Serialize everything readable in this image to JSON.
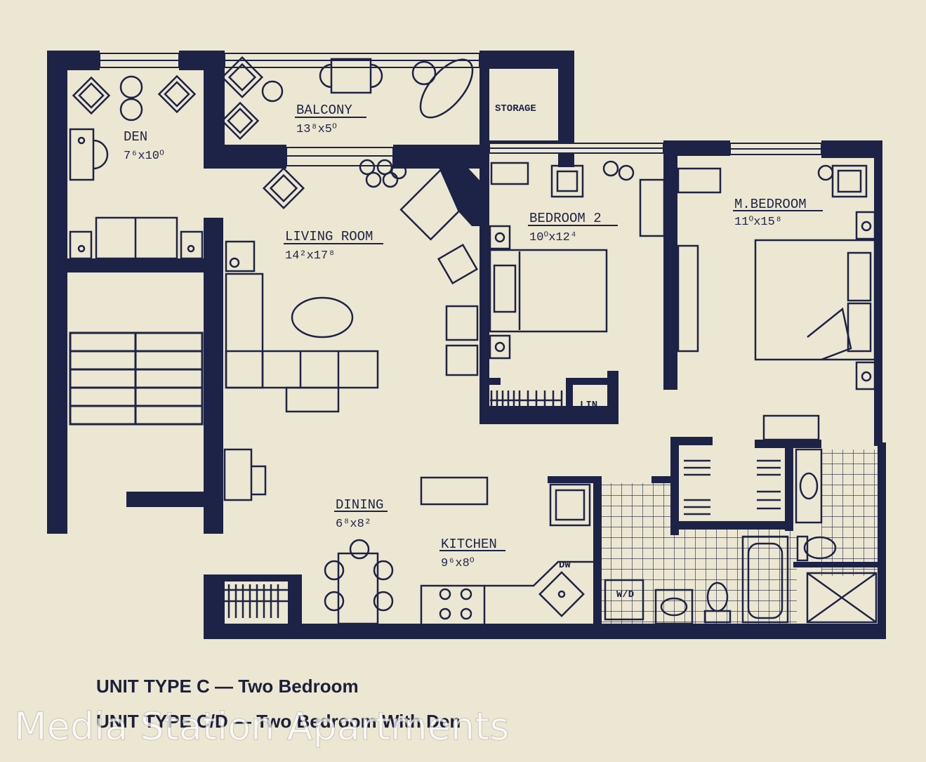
{
  "floorplan": {
    "rooms": {
      "den": {
        "name": "DEN",
        "size": "7⁶x10⁰"
      },
      "balcony": {
        "name": "BALCONY",
        "size": "13⁸x5⁰"
      },
      "storage": {
        "name": "STORAGE"
      },
      "living": {
        "name": "LIVING ROOM",
        "size": "14²x17⁸"
      },
      "bedroom2": {
        "name": "BEDROOM 2",
        "size": "10⁰x12⁴"
      },
      "master": {
        "name": "M.BEDROOM",
        "size": "11⁰x15⁸"
      },
      "dining": {
        "name": "DINING",
        "size": "6⁸x8²"
      },
      "kitchen": {
        "name": "KITCHEN",
        "size": "9⁶x8⁰"
      }
    },
    "labels": {
      "linen": "LIN",
      "dishwasher": "DW",
      "washer_dryer": "W/D"
    }
  },
  "captions": {
    "line1": "UNIT TYPE C — Two Bedroom",
    "line2": "UNIT TYPE C/D — Two Bedroom With Den"
  },
  "watermark": "Media Station Apartments",
  "colors": {
    "ink": "#1d2346",
    "paper": "#ece7d2"
  }
}
